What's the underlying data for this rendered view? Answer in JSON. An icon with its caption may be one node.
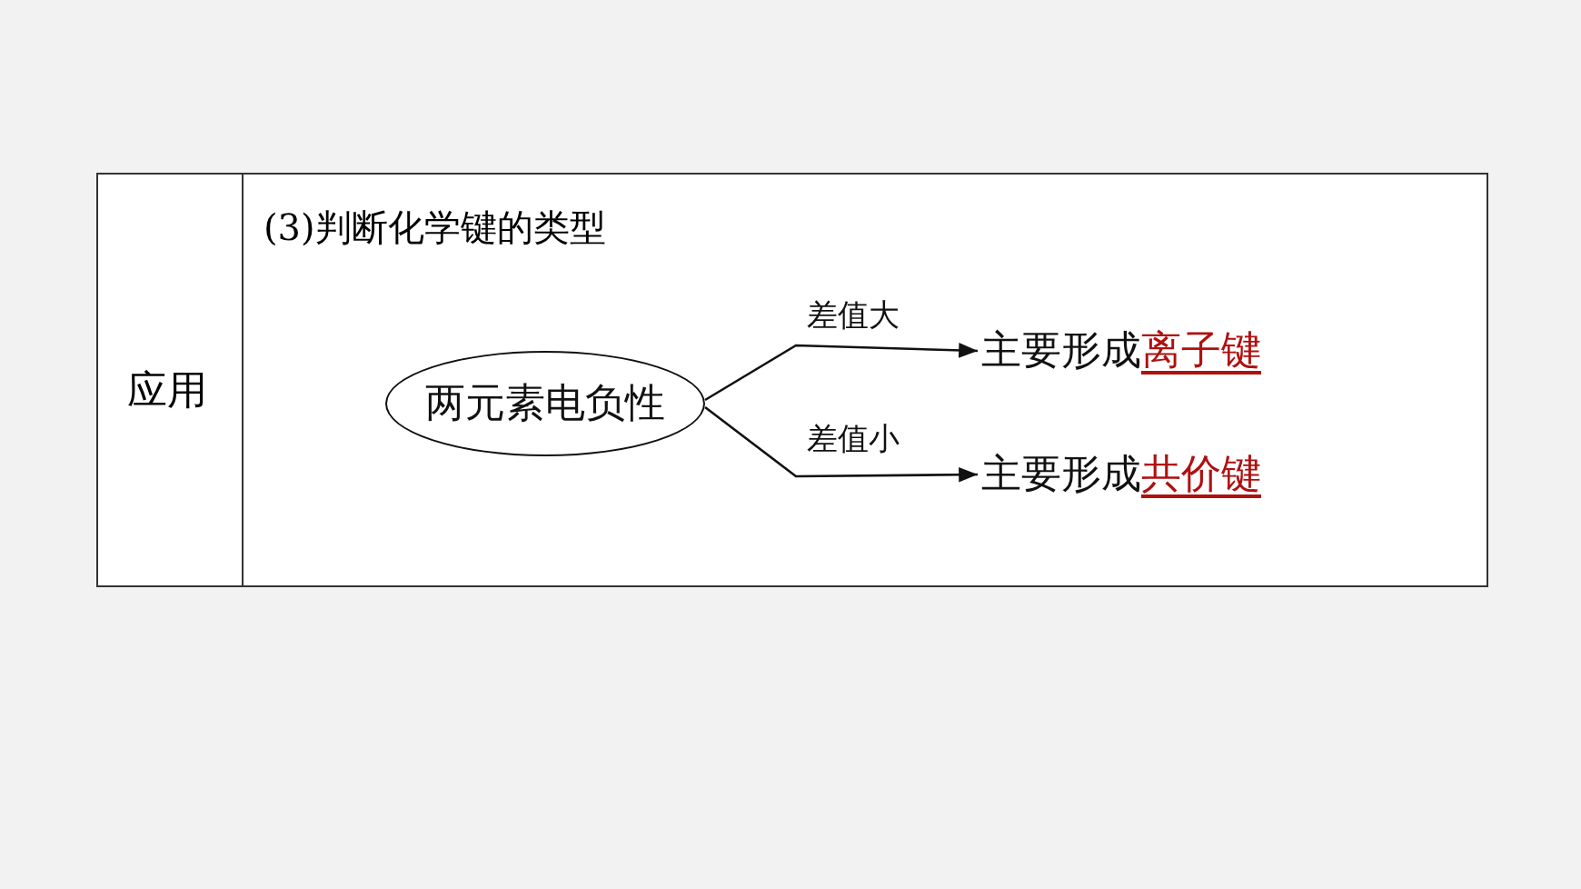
{
  "diagram": {
    "nodes": [
      {
        "text": [
          "两元素电负性"
        ]
      },
      {
        "text": [
          "主要形成",
          "离子键"
        ]
      },
      {
        "text": [
          "主要形成",
          "共价键"
        ]
      }
    ],
    "edges": [
      {
        "from": 0,
        "to": 1,
        "arrow": "to",
        "label": "差值大"
      },
      {
        "from": 0,
        "to": 2,
        "arrow": "to",
        "label": "差值小"
      }
    ],
    "labels": [
      "应用",
      "(3)判断化学键的类型"
    ]
  }
}
